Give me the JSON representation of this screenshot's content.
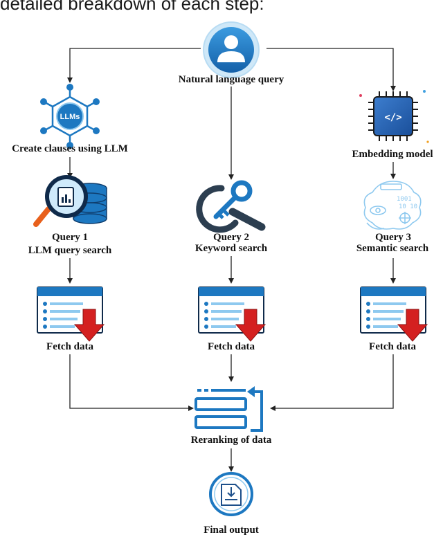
{
  "header_text": "detailed breakdown of each step:",
  "nodes": {
    "user_query": "Natural language query",
    "create_clauses": "Create clauses using LLM",
    "llm_badge": "LLMs",
    "embedding_model": "Embedding model",
    "query1_title": "Query 1",
    "query1_sub": "LLM query search",
    "query2_title": "Query 2",
    "query2_sub": "Keyword search",
    "query3_title": "Query 3",
    "query3_sub": "Semantic search",
    "fetch1": "Fetch data",
    "fetch2": "Fetch data",
    "fetch3": "Fetch data",
    "reranking": "Reranking of data",
    "final_output": "Final output"
  },
  "colors": {
    "icon_blue": "#1d78c1",
    "icon_light_blue": "#8ec9ef",
    "dark_navy": "#2c3e50",
    "arrow_red": "#d42020",
    "line": "#222222"
  }
}
